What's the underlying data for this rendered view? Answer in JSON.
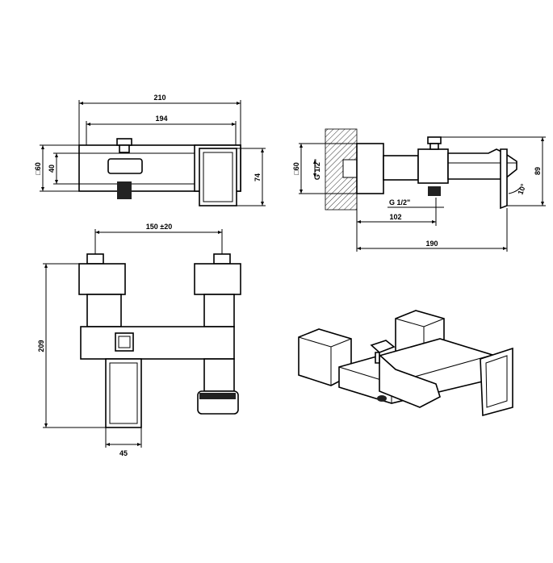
{
  "top_view": {
    "dim_overall_width": "210",
    "dim_inner_width": "194",
    "dim_square": "□60",
    "dim_band": "40",
    "dim_faceplate": "74"
  },
  "side_view": {
    "dim_square": "□60",
    "dim_wall_thread": "G 1/2\"",
    "dim_outlet_thread": "G 1/2\"",
    "dim_outlet_offset": "102",
    "dim_overall_depth": "190",
    "dim_height": "89",
    "dim_angle": "10°"
  },
  "front_view": {
    "dim_centers": "150 ±20",
    "dim_height": "209",
    "dim_width": "45"
  }
}
